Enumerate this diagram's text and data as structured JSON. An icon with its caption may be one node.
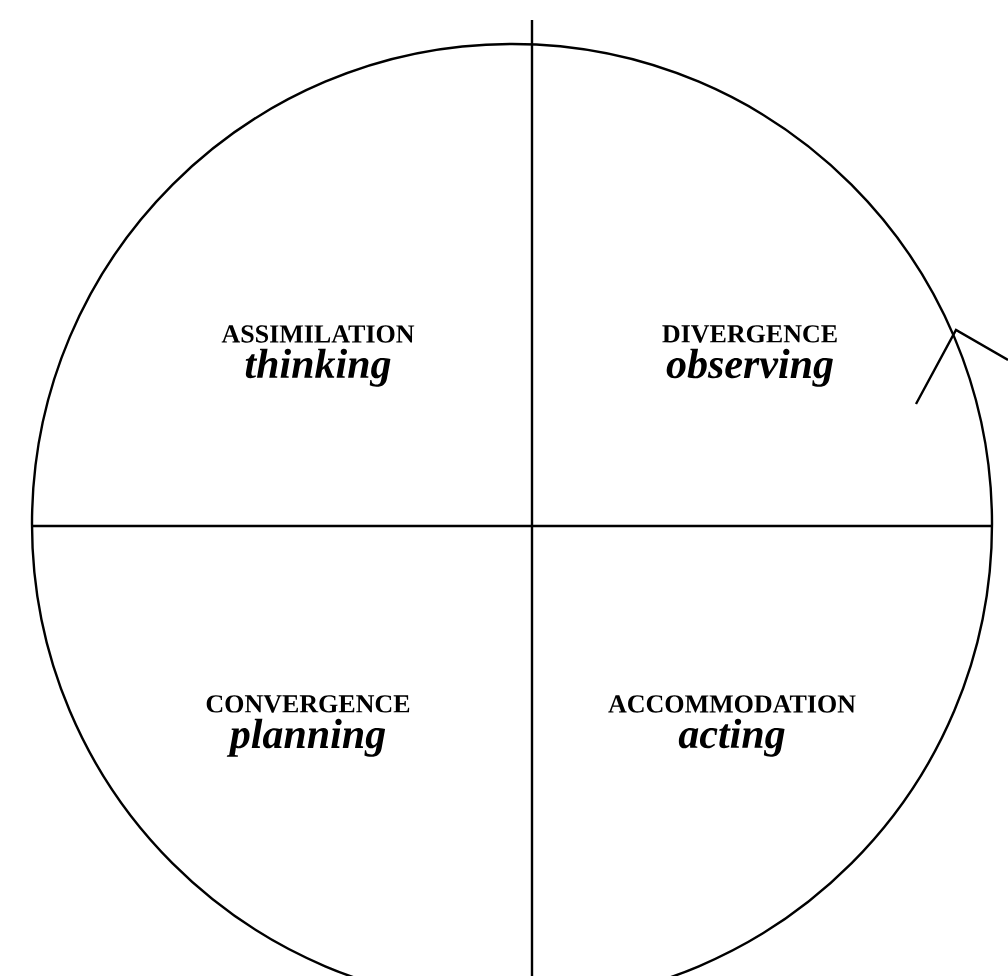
{
  "diagram": {
    "nodes": [
      {
        "text": [
          "ASSIMILATION",
          "thinking"
        ]
      },
      {
        "text": [
          "DIVERGENCE",
          "observing"
        ]
      },
      {
        "text": [
          "CONVERGENCE",
          "planning"
        ]
      },
      {
        "text": [
          "ACCOMMODATION",
          "acting"
        ]
      }
    ]
  }
}
